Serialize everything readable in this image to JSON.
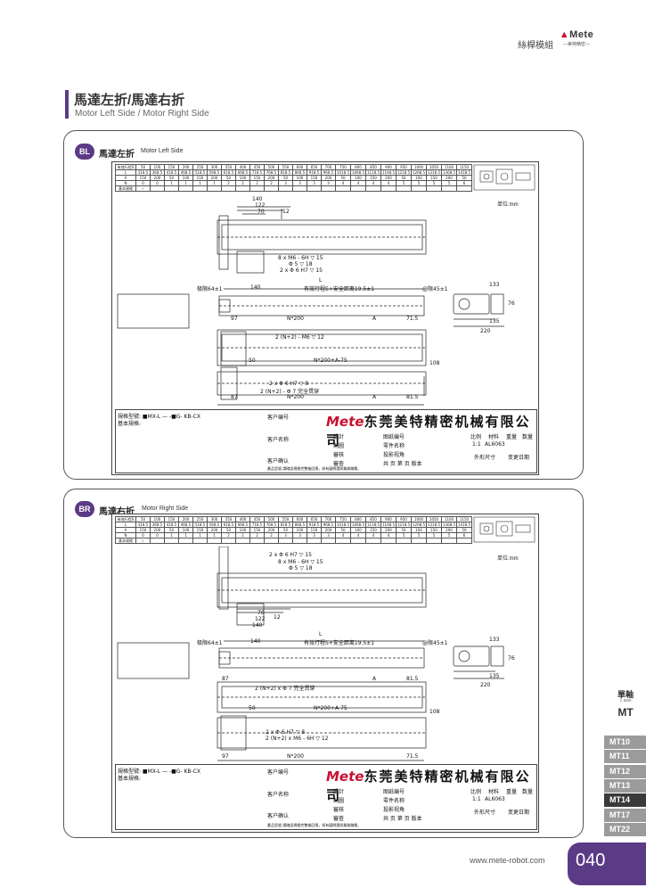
{
  "header": {
    "category": "絲桿模組",
    "brand_logo": "Mete",
    "brand_sub": "—美特精密—"
  },
  "section": {
    "title_zh": "馬達左折/馬達右折",
    "title_en": "Motor Left Side / Motor Right Side"
  },
  "cards": [
    {
      "badge": "BL",
      "label_zh": "馬達左折",
      "label_en": "Motor Left Side",
      "dims": {
        "d140": "140",
        "d122": "122",
        "d70": "70",
        "d12v": "12",
        "note1": "8 x M6 - 6H ▽ 15",
        "note2": "Φ 5 ▽ 18",
        "note3": "2 x Φ 6 H7 ▽ 15",
        "L": "L",
        "stroke": "有效行程S+安全距离19.5±1",
        "left_stop": "极限64±1",
        "right_stop": "@限45±1",
        "d97": "97",
        "N200": "N*200",
        "A": "A",
        "d715": "71.5",
        "hole12": "2 (N+2) - M6 ▽ 12",
        "d50": "50",
        "NA75": "N*200+A-75",
        "d108": "108",
        "pin8": "2 x Φ 6 H7 ▽ 8",
        "thru": "2 (N+2) - Φ 7 完全贯穿",
        "d87": "87",
        "d815": "81.5",
        "d133": "133",
        "d76": "76",
        "d135": "135",
        "d220": "220"
      }
    },
    {
      "badge": "BR",
      "label_zh": "馬達右折",
      "label_en": "Motor Right Side",
      "dims": {
        "note3": "2 x Φ 6 H7 ▽ 15",
        "note1": "8 x M6 - 6H ▽ 15",
        "note2": "Φ 5 ▽ 18",
        "d70": "70",
        "d122": "122",
        "d140": "140",
        "d12v": "12",
        "L": "L",
        "stroke": "有效行程S+安全距离19.5±1",
        "left_stop": "极限64±1",
        "right_stop": "@限45±1",
        "d87": "87",
        "A": "A",
        "d815": "81.5",
        "thru": "2 (N+2) x Φ 7 完全贯穿",
        "d50": "50",
        "NA75": "N*200+A-75",
        "d108": "108",
        "pin8": "2 x Φ 6 H7 ▽ 8",
        "hole12": "2 (N+2) x M6 - 6H ▽ 12",
        "d97": "97",
        "N200": "N*200",
        "d715": "71.5",
        "d133": "133",
        "d76": "76",
        "d135": "135",
        "d220": "220"
      }
    }
  ],
  "drawing": {
    "unit": "单位:mm",
    "company": "东莞美特精密机械有限公司",
    "company_logo": "Mete",
    "spec_header": [
      "有效行程S",
      "50",
      "100",
      "150",
      "200",
      "250",
      "300",
      "350",
      "400",
      "450",
      "500",
      "550",
      "600",
      "650",
      "700",
      "750",
      "800",
      "850",
      "900",
      "950",
      "1000",
      "1050",
      "1100",
      "1150"
    ],
    "spec_rows": [
      [
        "L",
        "318.5",
        "368.5",
        "418.5",
        "468.5",
        "518.5",
        "568.5",
        "618.5",
        "668.5",
        "718.5",
        "768.5",
        "818.5",
        "868.5",
        "918.5",
        "968.5",
        "1018.5",
        "1068.5",
        "1118.5",
        "1168.5",
        "1218.5",
        "1268.5",
        "1318.5",
        "1368.5",
        "1418.5"
      ],
      [
        "A",
        "150",
        "200",
        "50",
        "100",
        "150",
        "200",
        "50",
        "100",
        "150",
        "200",
        "50",
        "100",
        "150",
        "200",
        "50",
        "100",
        "150",
        "200",
        "50",
        "100",
        "150",
        "200",
        "50"
      ],
      [
        "N",
        "0",
        "0",
        "1",
        "1",
        "1",
        "1",
        "2",
        "2",
        "2",
        "2",
        "3",
        "3",
        "3",
        "3",
        "4",
        "4",
        "4",
        "4",
        "5",
        "5",
        "5",
        "5",
        "6"
      ],
      [
        "基本规格",
        "✓",
        "",
        "",
        "",
        "",
        "",
        "",
        "",
        "",
        "",
        "",
        "",
        "",
        "",
        "",
        "",
        "",
        "",
        "",
        "",
        "",
        "",
        ""
      ]
    ],
    "tb_labels": {
      "model": "規格型號: ■MX-L — -■G- KB-CX",
      "basic": "基本規格:",
      "client_no": "客户编号",
      "client_name": "客户名称",
      "client_sig": "客户确认",
      "design": "設計",
      "check": "制圖",
      "review": "審核",
      "approve": "審查",
      "drawing_no": "图纸编号",
      "part_name": "零件名称",
      "projection": "投影视角",
      "total": "共 页  第 页  版本",
      "qty": "数量",
      "material": "材料",
      "weight": "重量",
      "scale": "比例",
      "scale_val": "1:1",
      "material_val": "AL6063",
      "dims": "外形尺寸",
      "review_date": "变更日期",
      "footer_note": "產品型號 請確認規格完整後回傳，如有疑問請與業務聯繫。"
    }
  },
  "sidebar": {
    "axis_zh": "單軸",
    "axis_en": "1 axis",
    "axis_code": "MT",
    "items": [
      {
        "label": "MT10",
        "active": false
      },
      {
        "label": "MT11",
        "active": false
      },
      {
        "label": "MT12",
        "active": false
      },
      {
        "label": "MT13",
        "active": false
      },
      {
        "label": "MT14",
        "active": true
      },
      {
        "label": "MT17",
        "active": false
      },
      {
        "label": "MT22",
        "active": false
      }
    ]
  },
  "footer": {
    "url": "www.mete-robot.com",
    "page": "040"
  }
}
